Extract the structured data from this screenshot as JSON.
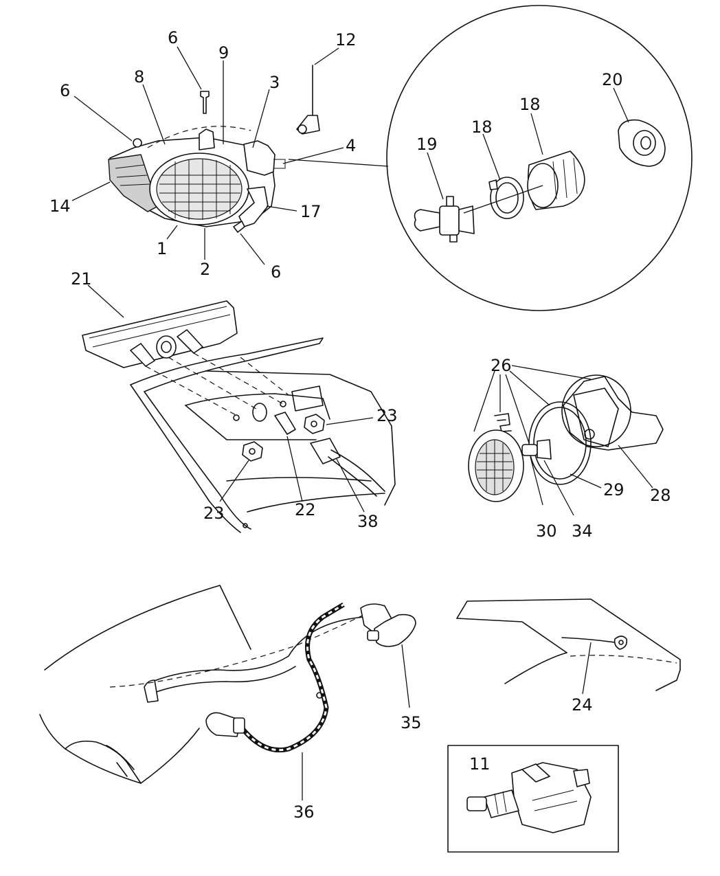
{
  "callouts": [
    {
      "id": "c-6a",
      "text": "6"
    },
    {
      "id": "c-12",
      "text": "12"
    },
    {
      "id": "c-9",
      "text": "9"
    },
    {
      "id": "c-8",
      "text": "8"
    },
    {
      "id": "c-3",
      "text": "3"
    },
    {
      "id": "c-6b",
      "text": "6"
    },
    {
      "id": "c-4",
      "text": "4"
    },
    {
      "id": "c-14",
      "text": "14"
    },
    {
      "id": "c-17",
      "text": "17"
    },
    {
      "id": "c-1",
      "text": "1"
    },
    {
      "id": "c-2",
      "text": "2"
    },
    {
      "id": "c-6c",
      "text": "6"
    },
    {
      "id": "c-20",
      "text": "20"
    },
    {
      "id": "c-18a",
      "text": "18"
    },
    {
      "id": "c-18b",
      "text": "18"
    },
    {
      "id": "c-19",
      "text": "19"
    },
    {
      "id": "c-21",
      "text": "21"
    },
    {
      "id": "c-23a",
      "text": "23"
    },
    {
      "id": "c-23b",
      "text": "23"
    },
    {
      "id": "c-22",
      "text": "22"
    },
    {
      "id": "c-38",
      "text": "38"
    },
    {
      "id": "c-26",
      "text": "26"
    },
    {
      "id": "c-29",
      "text": "29"
    },
    {
      "id": "c-28",
      "text": "28"
    },
    {
      "id": "c-30",
      "text": "30"
    },
    {
      "id": "c-34",
      "text": "34"
    },
    {
      "id": "c-35",
      "text": "35"
    },
    {
      "id": "c-36",
      "text": "36"
    },
    {
      "id": "c-24",
      "text": "24"
    },
    {
      "id": "c-11",
      "text": "11"
    }
  ]
}
